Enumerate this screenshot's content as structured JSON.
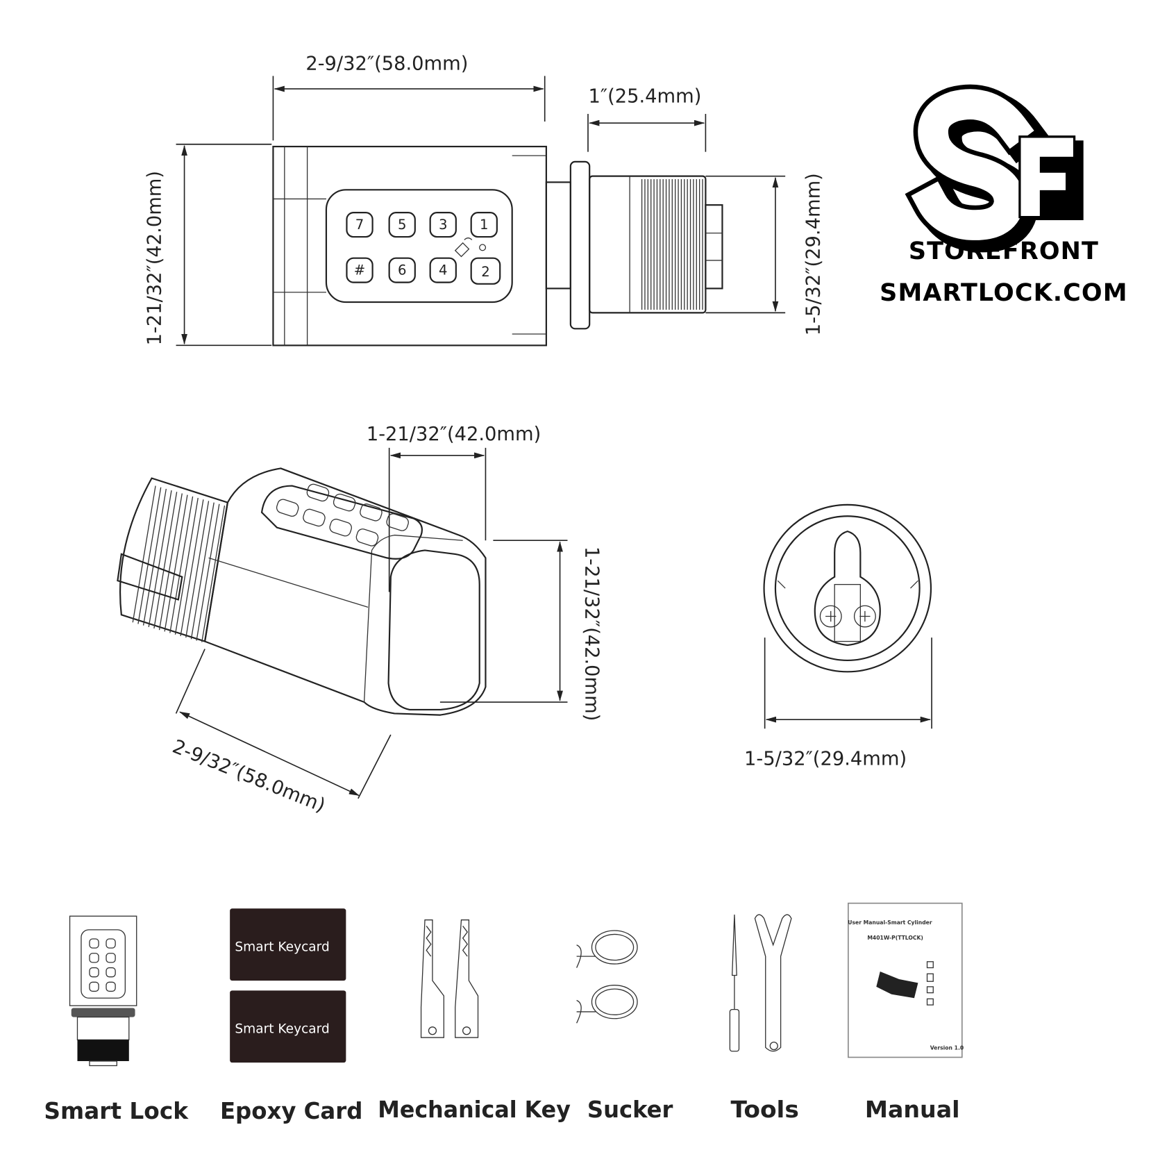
{
  "brand": {
    "logo_letters": "SF",
    "line1": "STOREFRONT",
    "line2": "SMARTLOCK.COM"
  },
  "top_view": {
    "length_dim": "2-9/32″(58.0mm)",
    "cylinder_length_dim": "1″(25.4mm)",
    "height_dim": "1-21/32″(42.0mm)",
    "cylinder_dia_dim": "1-5/32″(29.4mm)",
    "keys_row1": [
      "7",
      "5",
      "3",
      "1"
    ],
    "keys_row2": [
      "#",
      "6",
      "4",
      "2"
    ]
  },
  "iso_view": {
    "width_dim": "1-21/32″(42.0mm)",
    "height_dim": "1-21/32″(42.0mm)",
    "length_dim": "2-9/32″(58.0mm)"
  },
  "front_view": {
    "diameter_dim": "1-5/32″(29.4mm)"
  },
  "package": {
    "items": [
      {
        "label": "Smart Lock"
      },
      {
        "label": "Epoxy Card"
      },
      {
        "label": "Mechanical Key"
      },
      {
        "label": "Sucker"
      },
      {
        "label": "Tools"
      },
      {
        "label": "Manual"
      }
    ],
    "card_text": "Smart Keycard",
    "manual_title": "User Manual-Smart Cylinder",
    "manual_model": "M401W-P(TTLOCK)",
    "manual_version": "Version 1.0"
  }
}
